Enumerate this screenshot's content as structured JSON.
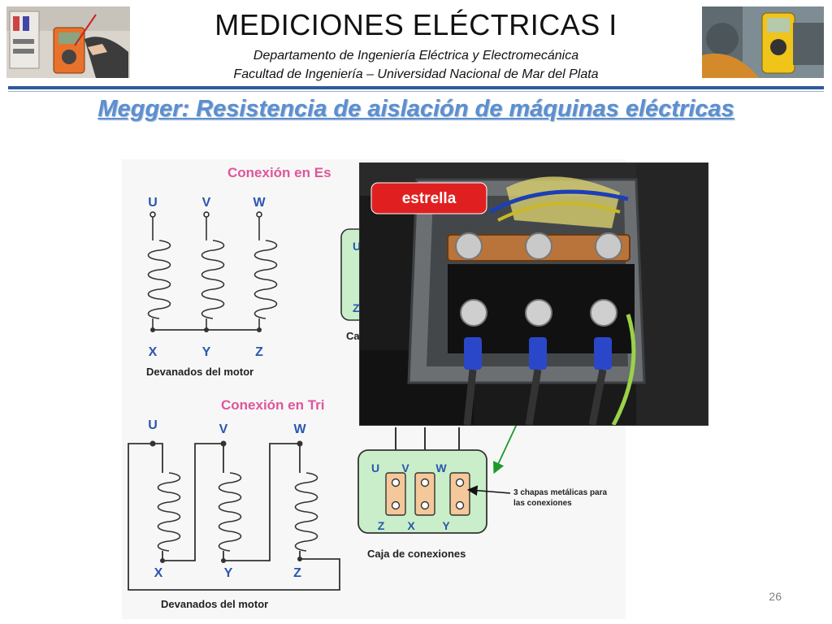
{
  "header": {
    "title": "MEDICIONES ELÉCTRICAS I",
    "department": "Departamento de Ingeniería Eléctrica y Electromecánica",
    "faculty": "Facultad de Ingeniería – Universidad Nacional de Mar del Plata",
    "left_image_icon": "multimeter-photo-icon",
    "right_image_icon": "insulation-tester-photo-icon"
  },
  "slide": {
    "title": "Megger: Resistencia de aislación de máquinas eléctricas",
    "page_number": "26"
  },
  "star_diagram": {
    "heading": "Conexión en Es",
    "top_terminals": [
      "U",
      "V",
      "W"
    ],
    "bottom_terminals": [
      "X",
      "Y",
      "Z"
    ],
    "caption": "Devanados del motor",
    "box_fragment_letter": "U",
    "box_fragment_bottom": "Z",
    "box_caption_fragment": "Ca"
  },
  "delta_diagram": {
    "heading": "Conexión en Tri",
    "top_terminals": [
      "U",
      "V",
      "W"
    ],
    "bottom_terminals": [
      "X",
      "Y",
      "Z"
    ],
    "caption": "Devanados del motor"
  },
  "terminal_box": {
    "top_labels": [
      "U",
      "V",
      "W"
    ],
    "bottom_labels": [
      "Z",
      "X",
      "Y"
    ],
    "plates_label_line1": "3 chapas metálicas para",
    "plates_label_line2": "las conexiones",
    "caption": "Caja de conexiones"
  },
  "photo": {
    "badge": "estrella"
  },
  "colors": {
    "heading_pink": "#e0559b",
    "box_green": "#c9eec9",
    "plate_orange": "#f4c89a",
    "title_blue": "#5b8fd0",
    "rule_blue": "#2f5a9b",
    "badge_red": "#e02020",
    "arrow_green": "#1a9a2a"
  }
}
